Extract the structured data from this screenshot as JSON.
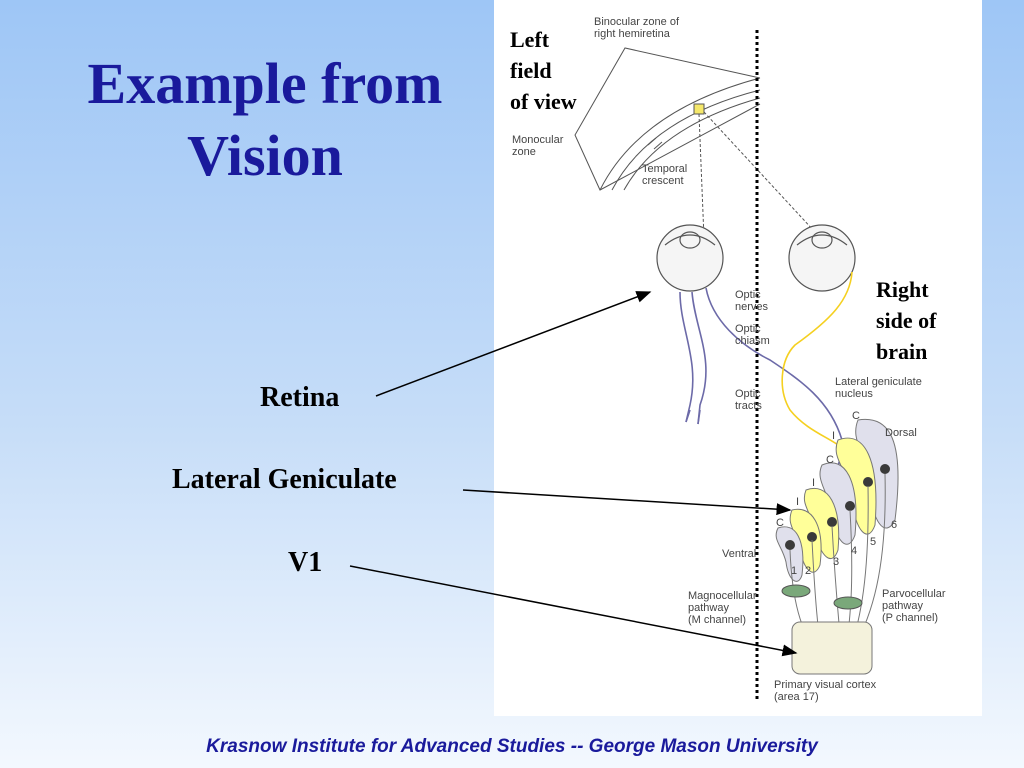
{
  "slide": {
    "title_line1": "Example from",
    "title_line2": "Vision",
    "labels": {
      "retina": "Retina",
      "lgn": "Lateral Geniculate",
      "v1": "V1"
    },
    "footer": "Krasnow Institute for Advanced Studies  -- George Mason University"
  },
  "diagram": {
    "callouts": {
      "left_field": "Left\nfield\nof view",
      "right_brain": "Right\nside of\nbrain"
    },
    "text": {
      "binocular": "Binocular zone of\nright hemiretina",
      "monocular": "Monocular\nzone",
      "temporal": "Temporal\ncrescent",
      "optic_nerves": "Optic\nnerves",
      "optic_chiasm": "Optic\nchiasm",
      "optic_tracts": "Optic\ntracts",
      "lgn": "Lateral geniculate\nnucleus",
      "dorsal": "Dorsal",
      "ventral": "Ventral",
      "magno": "Magnocellular\npathway\n(M channel)",
      "parvo": "Parvocellular\npathway\n(P channel)",
      "cortex": "Primary visual cortex\n(area 17)",
      "layers": [
        "1",
        "2",
        "3",
        "4",
        "5",
        "6"
      ],
      "c_marks": [
        "C",
        "C",
        "C"
      ],
      "i_marks": [
        "I",
        "I",
        "I"
      ]
    },
    "colors": {
      "yellow_pathway": "#f5d020",
      "purple_pathway": "#6c6aa8",
      "lgn_layer_fill": "#ffff99",
      "nucleus_dots": "#3a3a3a",
      "green_bodies": "#7aa87a",
      "cortex_fill": "#f4f2dc"
    }
  }
}
